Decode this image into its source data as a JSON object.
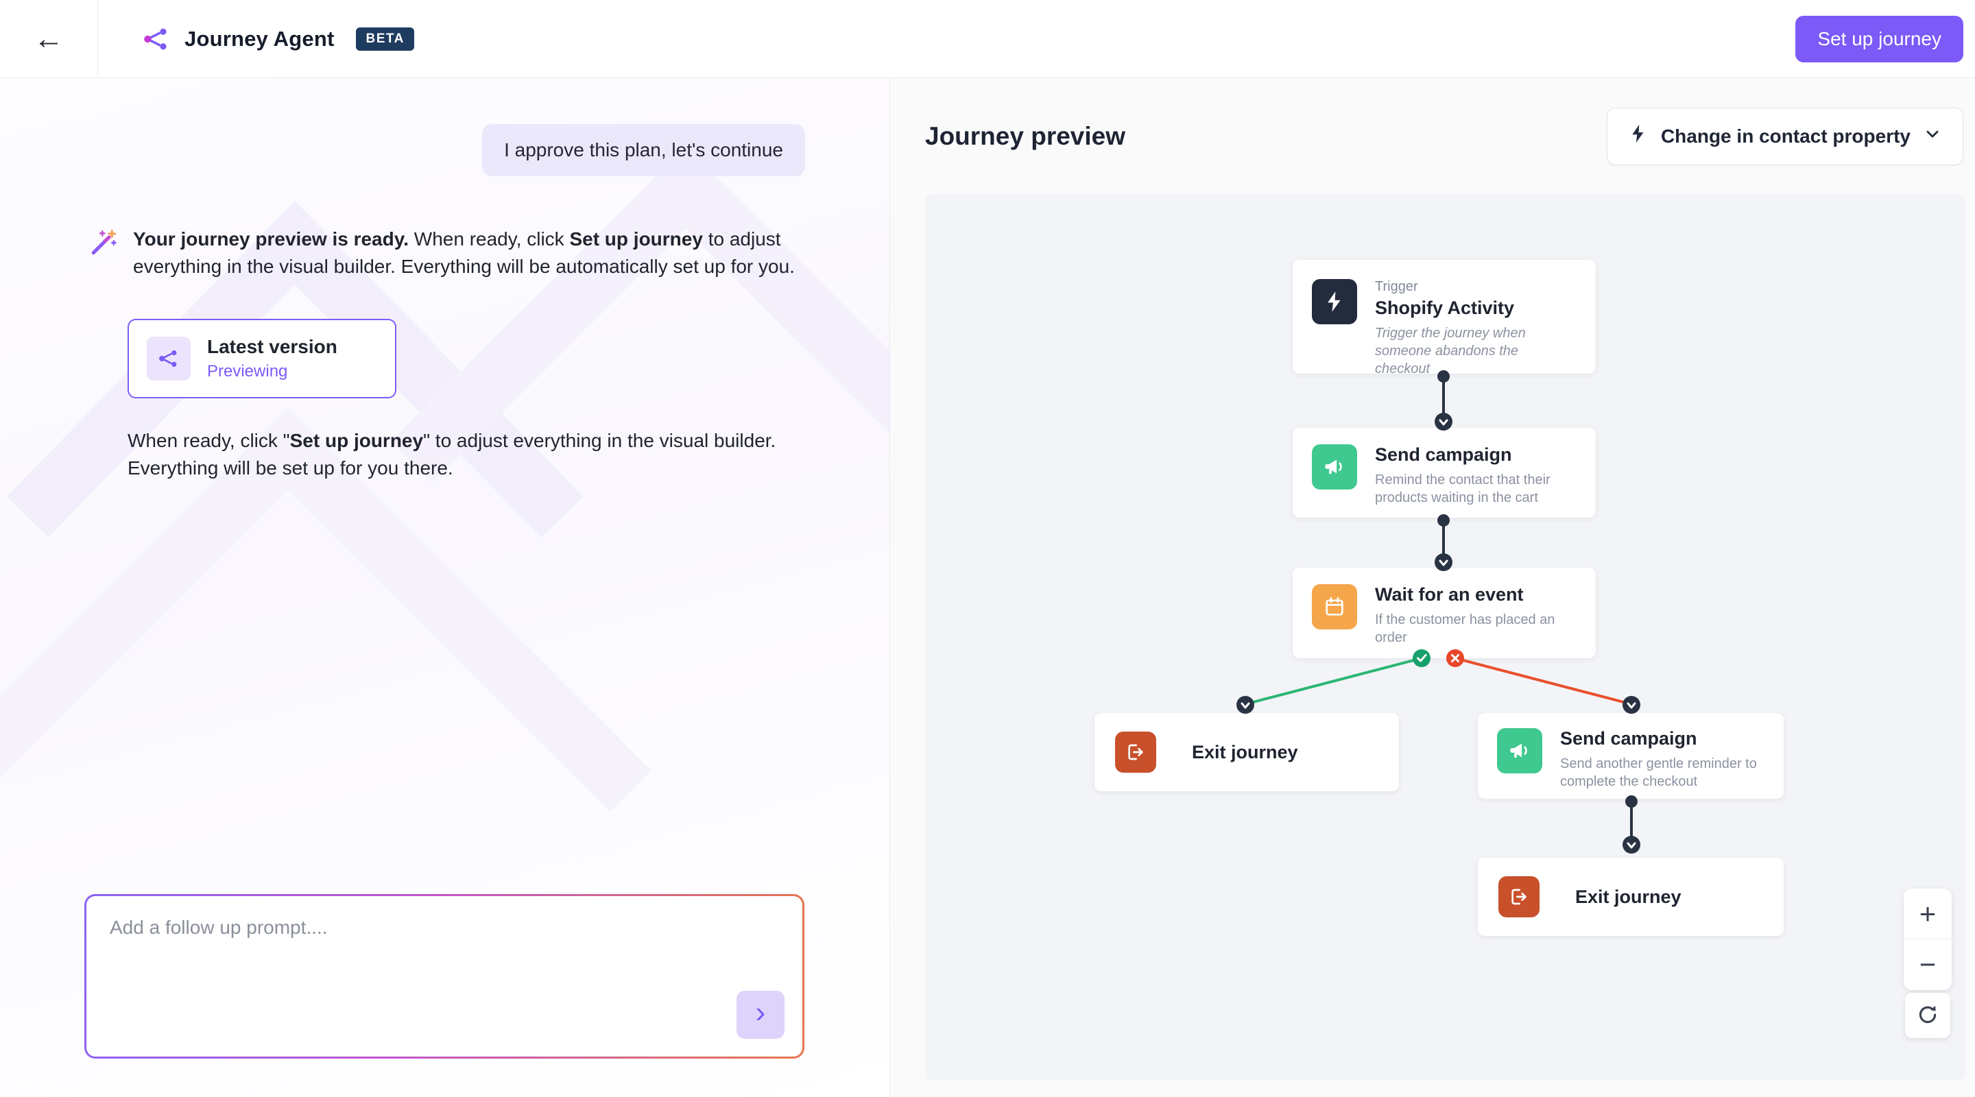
{
  "topbar": {
    "back_icon": "←",
    "app_title": "Journey Agent",
    "beta_badge": "BETA",
    "setup_button": "Set up journey"
  },
  "chat": {
    "user_message": "I approve this plan, let's continue",
    "assistant_message": {
      "bold_1": "Your journey preview is ready.",
      "text_1": " When ready, click ",
      "bold_2": "Set up journey",
      "text_2": " to adjust everything in the visual builder. Everything will be automatically set up for you."
    },
    "version_card": {
      "title": "Latest version",
      "status": "Previewing"
    },
    "followup": {
      "text_1": "When ready, click \"",
      "bold": "Set up journey",
      "text_2": "\" to adjust everything in the visual builder. Everything will be set up for you there."
    },
    "input_placeholder": "Add a follow up prompt....",
    "send_icon": "›"
  },
  "preview": {
    "title": "Journey preview",
    "property_button": "Change in contact property",
    "nodes": {
      "trigger": {
        "kicker": "Trigger",
        "title": "Shopify Activity",
        "description": "Trigger the journey when someone abandons the checkout"
      },
      "send_campaign_1": {
        "title": "Send campaign",
        "description": "Remind the contact that their products waiting in the cart"
      },
      "wait_event": {
        "title": "Wait for an event",
        "description": "If the customer has placed an order"
      },
      "exit_left": {
        "title": "Exit journey"
      },
      "send_campaign_2": {
        "title": "Send campaign",
        "description": "Send another gentle reminder to complete the checkout"
      },
      "exit_right": {
        "title": "Exit journey"
      }
    },
    "controls": {
      "zoom_in": "+",
      "zoom_out": "−"
    }
  },
  "icons": [
    "back-arrow-icon",
    "journey-logo-icon",
    "magic-wand-icon",
    "share-nodes-icon",
    "send-chevron-icon",
    "lightning-icon",
    "chevron-down-icon",
    "megaphone-icon",
    "calendar-icon",
    "exit-icon",
    "check-icon",
    "x-icon",
    "plus-icon",
    "minus-icon",
    "refresh-icon"
  ],
  "colors": {
    "accent_purple": "#7b5af7",
    "beta_navy": "#1e3c5f",
    "trigger_navy": "#232c3d",
    "campaign_green": "#3fc88f",
    "wait_orange": "#f5a54a",
    "exit_rust": "#c8502b",
    "yes_branch_green": "#2bb673",
    "no_branch_red": "#e8502c",
    "connector_dark": "#2a3344"
  }
}
